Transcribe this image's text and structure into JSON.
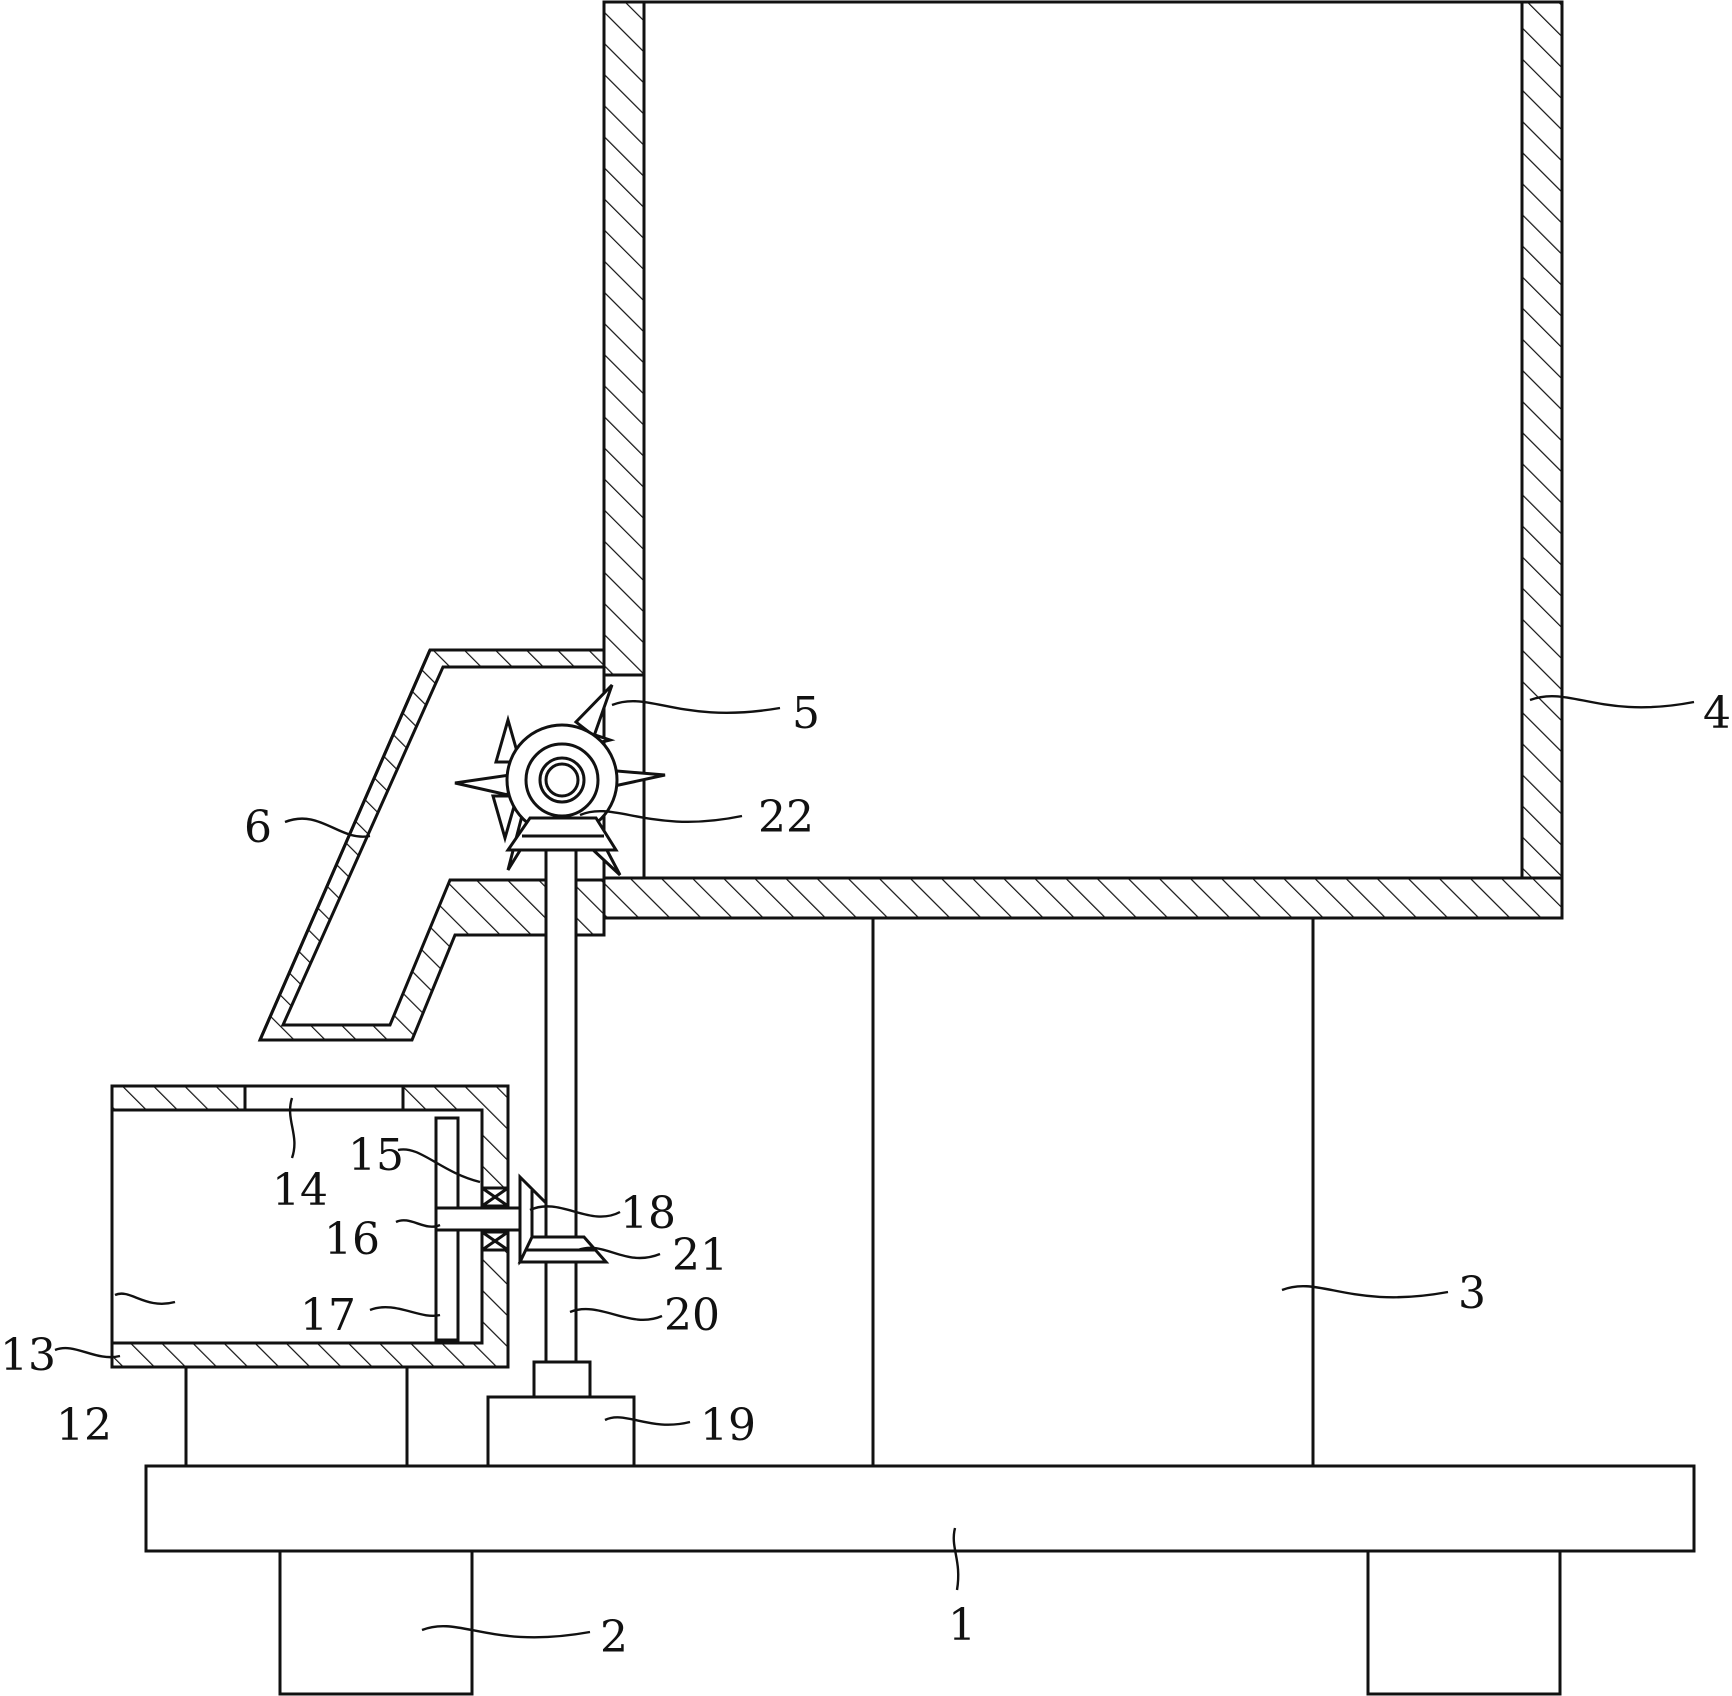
{
  "callouts": [
    {
      "id": "1",
      "text": "1"
    },
    {
      "id": "2",
      "text": "2"
    },
    {
      "id": "3",
      "text": "3"
    },
    {
      "id": "4",
      "text": "4"
    },
    {
      "id": "5",
      "text": "5"
    },
    {
      "id": "6",
      "text": "6"
    },
    {
      "id": "12",
      "text": "12"
    },
    {
      "id": "13",
      "text": "13"
    },
    {
      "id": "14",
      "text": "14"
    },
    {
      "id": "15",
      "text": "15"
    },
    {
      "id": "16",
      "text": "16"
    },
    {
      "id": "17",
      "text": "17"
    },
    {
      "id": "18",
      "text": "18"
    },
    {
      "id": "19",
      "text": "19"
    },
    {
      "id": "20",
      "text": "20"
    },
    {
      "id": "21",
      "text": "21"
    },
    {
      "id": "22",
      "text": "22"
    }
  ],
  "colors": {
    "line": "#111111",
    "background": "#ffffff"
  }
}
